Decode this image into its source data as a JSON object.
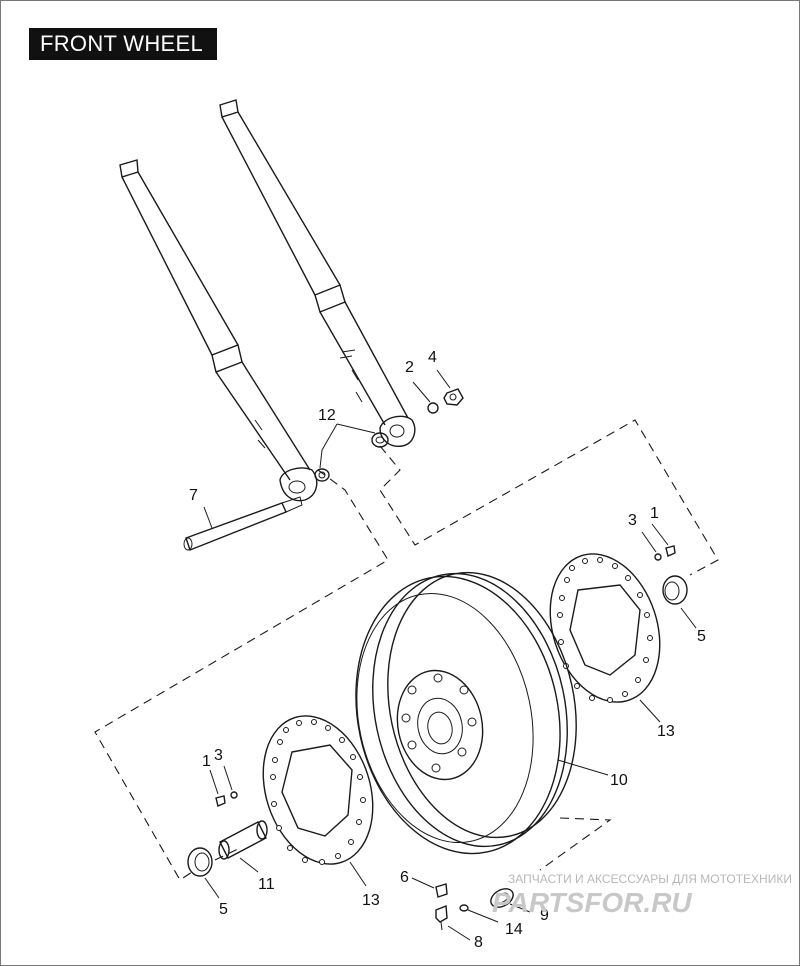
{
  "title": "FRONT WHEEL",
  "callouts": {
    "c1a": "1",
    "c1b": "1",
    "c2": "2",
    "c3a": "3",
    "c3b": "3",
    "c4": "4",
    "c5a": "5",
    "c5b": "5",
    "c6": "6",
    "c7": "7",
    "c8": "8",
    "c9": "9",
    "c10": "10",
    "c11": "11",
    "c12": "12",
    "c13a": "13",
    "c13b": "13",
    "c14": "14"
  },
  "watermark": {
    "tagline": "ЗАПЧАСТИ И АКСЕССУАРЫ ДЛЯ МОТОТЕХНИКИ",
    "logo": "PARTSFOR.RU"
  }
}
